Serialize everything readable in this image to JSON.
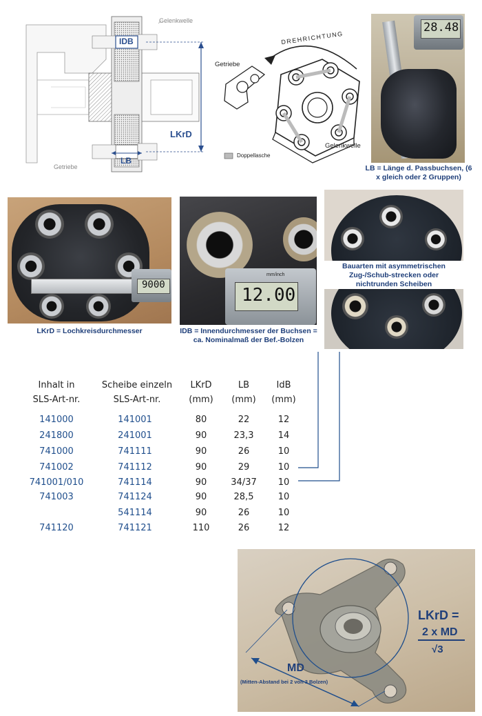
{
  "top_diagram": {
    "label_gelenkwelle": "Gelenkwelle",
    "label_getriebe": "Getriebe",
    "label_idb": "IDB",
    "label_lb": "LB",
    "label_lkrd": "LKrD"
  },
  "exploded_diagram": {
    "label_drehrichtung": "DREHRICHTUNG",
    "label_getriebe": "Getriebe",
    "label_gelenkwelle": "Gelenkwelle",
    "legend_doppellasche": "Doppellasche"
  },
  "caliper_photo_top": {
    "display_value": "28.48",
    "caption": "LB = Länge d. Passbuchsen, (6 x gleich oder 2 Gruppen)"
  },
  "photo_lkrd": {
    "display_value": "9000",
    "caption": "LKrD = Lochkreisdurchmesser"
  },
  "photo_idb": {
    "display_value": "12.00",
    "display_unit": "mm/inch",
    "caption": "IDB = Innendurchmesser der Buchsen = ca. Nominalmaß der Bef.-Bolzen"
  },
  "photo_asym": {
    "caption": "Bauarten mit asymmetrischen Zug-/Schub-strecken oder nichtrunden Scheiben"
  },
  "table": {
    "headers": [
      [
        "Inhalt in",
        "SLS-Art-nr."
      ],
      [
        "Scheibe einzeln",
        "SLS-Art-nr."
      ],
      [
        "LKrD",
        "(mm)"
      ],
      [
        "LB",
        "(mm)"
      ],
      [
        "IdB",
        "(mm)"
      ]
    ],
    "rows": [
      [
        "141000",
        "141001",
        "80",
        "22",
        "12"
      ],
      [
        "241800",
        "241001",
        "90",
        "23,3",
        "14"
      ],
      [
        "741000",
        "741111",
        "90",
        "26",
        "10"
      ],
      [
        "741002",
        "741112",
        "90",
        "29",
        "10"
      ],
      [
        "741001/010",
        "741114",
        "90",
        "34/37",
        "10"
      ],
      [
        "741003",
        "741124",
        "90",
        "28,5",
        "10"
      ],
      [
        "",
        "541114",
        "90",
        "26",
        "10"
      ],
      [
        "741120",
        "741121",
        "110",
        "26",
        "12"
      ]
    ]
  },
  "flange_photo": {
    "formula_lhs": "LKrD =",
    "formula_numerator": "2 x MD",
    "formula_denominator": "√3",
    "label_md": "MD",
    "md_note": "(Mitten-Abstand bei 2 von 3 Bolzen)"
  },
  "colors": {
    "caption_blue": "#1f3f7a",
    "article_blue": "#1f4e8c",
    "diagram_blue": "#2b4f8f"
  }
}
